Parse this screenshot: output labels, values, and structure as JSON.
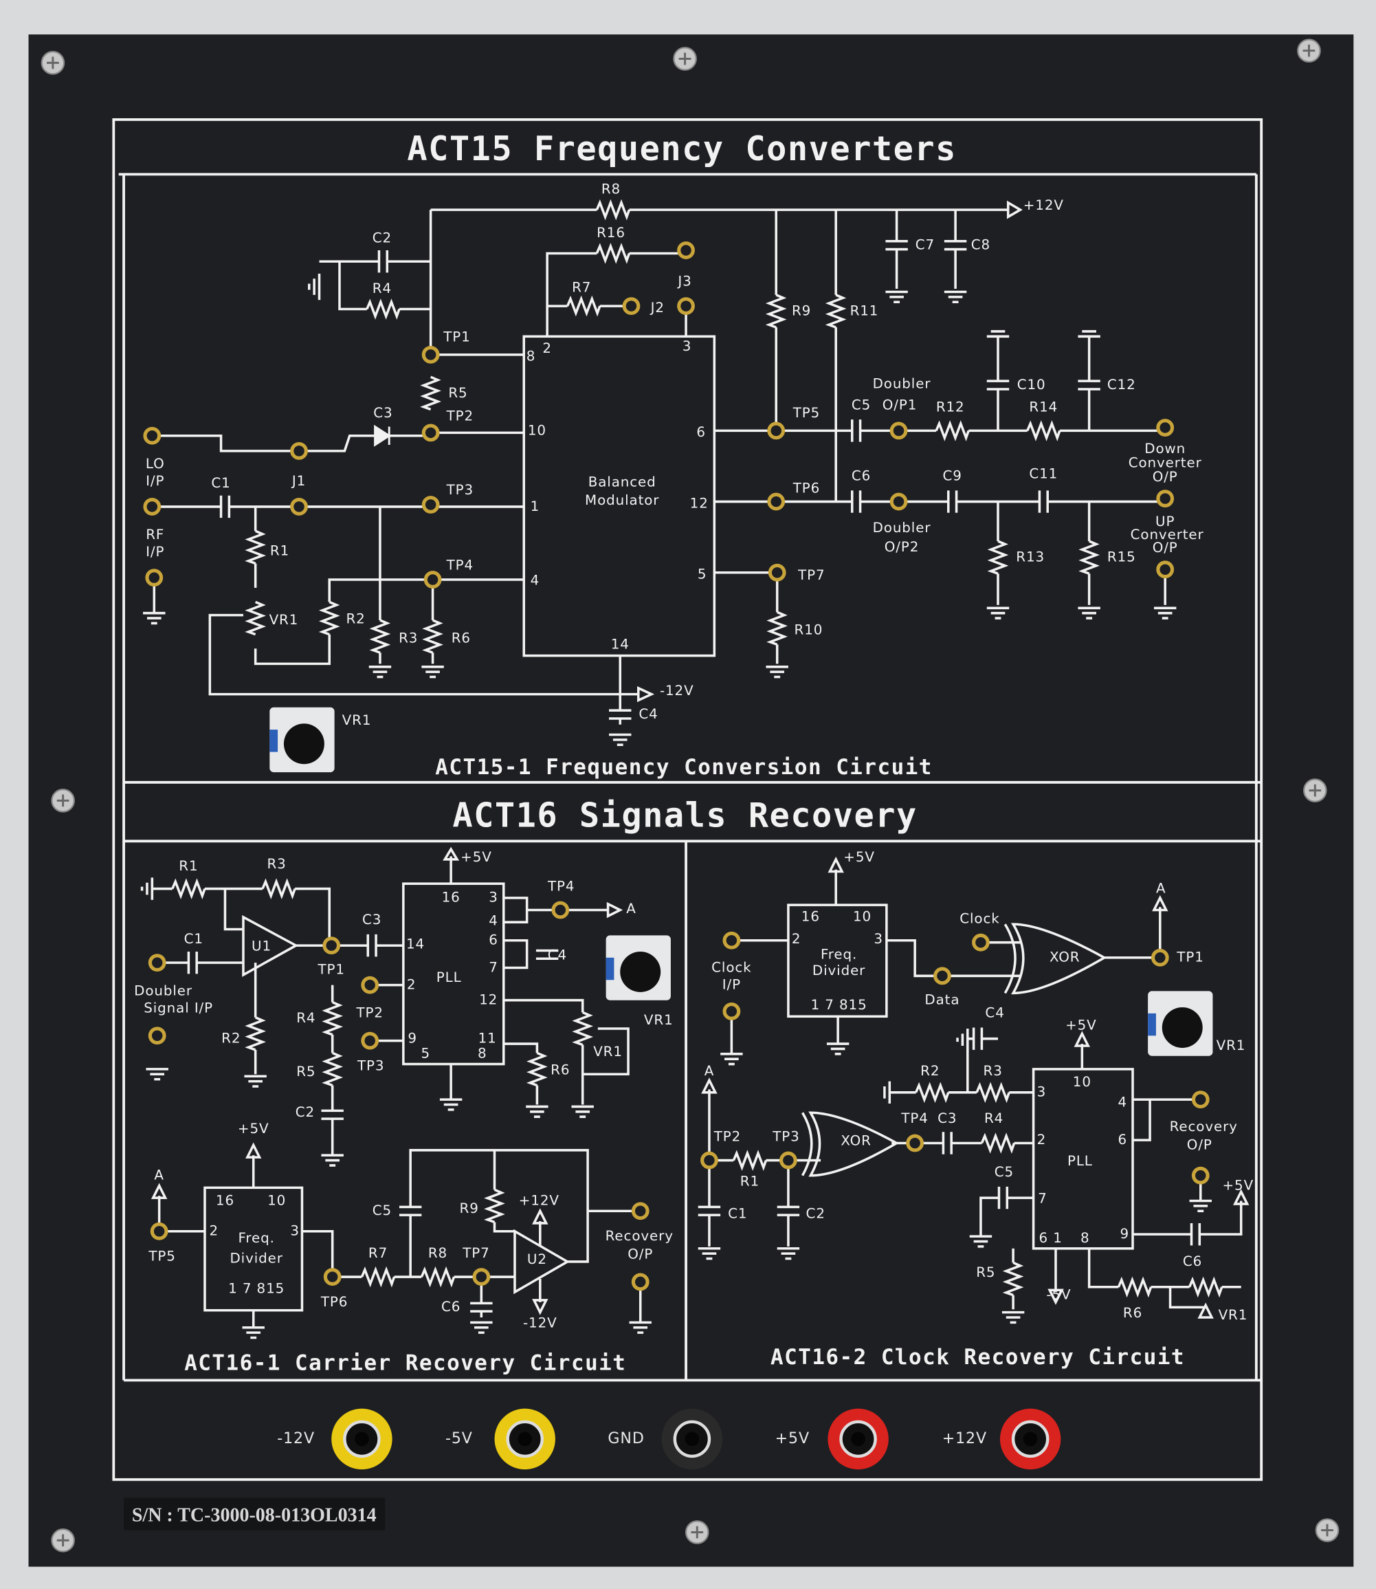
{
  "panel": {
    "serial_number": "S/N : TC-3000-08-013OL0314",
    "colors": {
      "panel": "#1d1f22",
      "silkscreen": "#f2f2f2",
      "jack_yellow": "#e9c913",
      "jack_red": "#d9231f",
      "jack_black": "#2a2a2a"
    }
  },
  "act15": {
    "title": "ACT15 Frequency Converters",
    "subtitle": "ACT15-1 Frequency Conversion Circuit",
    "ic_label_1": "Balanced",
    "ic_label_2": "Modulator",
    "labels": [
      "R8",
      "C2",
      "R4",
      "TP1",
      "R5",
      "C3",
      "TP2",
      "R16",
      "R7",
      "J2",
      "J3",
      "R9",
      "R11",
      "C7",
      "C8",
      "+12V",
      "TP5",
      "Doubler",
      "C5",
      "O/P1",
      "R12",
      "R14",
      "C10",
      "C12",
      "Down",
      "Converter",
      "O/P",
      "C6",
      "C9",
      "C11",
      "TP6",
      "Doubler",
      "O/P2",
      "UP",
      "Converter",
      "O/P",
      "R13",
      "R15",
      "TP7",
      "R10",
      "LO",
      "I/P",
      "RF",
      "I/P",
      "C1",
      "J1",
      "TP3",
      "R1",
      "TP4",
      "VR1",
      "R2",
      "R3",
      "R6",
      "-12V",
      "C4",
      "VR1"
    ],
    "pins": [
      "8",
      "2",
      "3",
      "10",
      "6",
      "1",
      "12",
      "4",
      "5",
      "14"
    ]
  },
  "act16": {
    "title": "ACT16 Signals Recovery",
    "carrier": {
      "subtitle": "ACT16-1 Carrier Recovery Circuit",
      "labels": [
        "R1",
        "R3",
        "C1",
        "U1",
        "TP1",
        "C3",
        "+5V",
        "TP4",
        "A",
        "C4",
        "VR1",
        "VR1",
        "Doubler",
        "Signal I/P",
        "R2",
        "R4",
        "TP2",
        "R5",
        "TP3",
        "C2",
        "R6",
        "PLL",
        "+5V",
        "A",
        "TP5",
        "TP6",
        "C5",
        "R9",
        "+12V",
        "R7",
        "R8",
        "TP7",
        "U2",
        "C6",
        "-12V",
        "Recovery",
        "O/P",
        "Freq.",
        "Divider"
      ],
      "pins": [
        "16",
        "3",
        "4",
        "6",
        "7",
        "14",
        "2",
        "12",
        "9",
        "5",
        "11",
        "8",
        "16",
        "10",
        "2",
        "3",
        "1 7  815"
      ]
    },
    "clock": {
      "subtitle": "ACT16-2 Clock Recovery Circuit",
      "labels": [
        "+5V",
        "Clock",
        "I/P",
        "Clock",
        "Data",
        "XOR",
        "A",
        "TP1",
        "VR1",
        "C4",
        "+5V",
        "R2",
        "R3",
        "A",
        "TP2",
        "TP3",
        "XOR",
        "TP4",
        "C3",
        "R4",
        "R1",
        "C1",
        "C2",
        "PLL",
        "Recovery",
        "O/P",
        "+5V",
        "C5",
        "C6",
        "R5",
        "-5V",
        "R6",
        "VR1",
        "Freq.",
        "Divider"
      ],
      "pins": [
        "16",
        "10",
        "2",
        "3",
        "1 7  815",
        "10",
        "3",
        "4",
        "2",
        "6",
        "7",
        "6 1",
        "8",
        "9"
      ]
    }
  },
  "power": {
    "jacks": [
      {
        "label": "-12V",
        "color": "#e9c913"
      },
      {
        "label": "-5V",
        "color": "#e9c913"
      },
      {
        "label": "GND",
        "color": "#2a2a2a"
      },
      {
        "label": "+5V",
        "color": "#d9231f"
      },
      {
        "label": "+12V",
        "color": "#d9231f"
      }
    ]
  }
}
